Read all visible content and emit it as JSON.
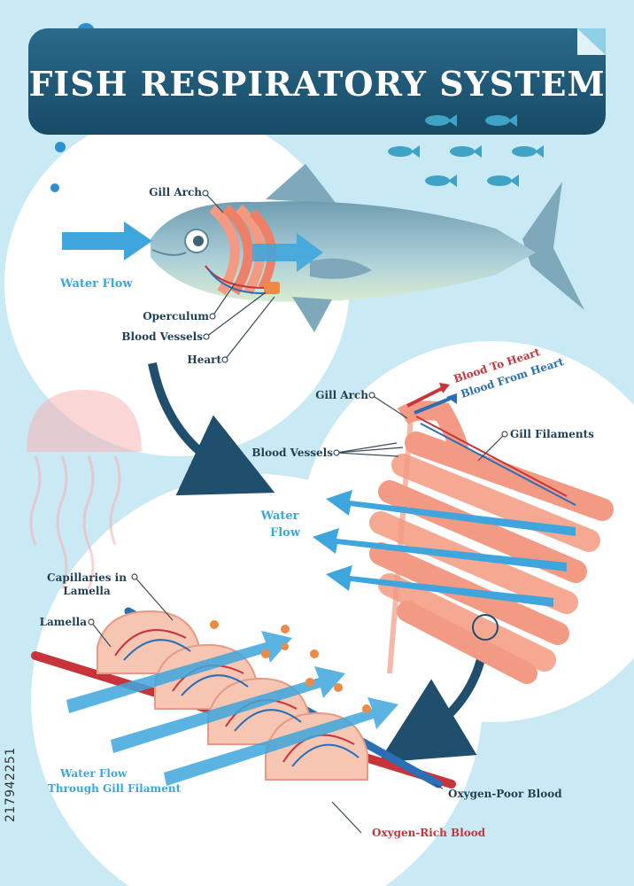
{
  "title": "FISH RESPIRATORY SYSTEM",
  "labels": {
    "gill_arch_1": "Gill Arch",
    "water_flow_1": "Water Flow",
    "operculum": "Operculum",
    "blood_vessels_1": "Blood Vessels",
    "heart": "Heart",
    "blood_to_heart": "Blood To Heart",
    "blood_from_heart": "Blood From Heart",
    "gill_arch_2": "Gill Arch",
    "gill_filaments": "Gill Filaments",
    "blood_vessels_2": "Blood Vessels",
    "water_flow_2_line1": "Water",
    "water_flow_2_line2": "Flow",
    "capillaries_line1": "Capillaries in",
    "capillaries_line2": "Lamella",
    "lamella": "Lamella",
    "water_flow_3_line1": "Water Flow",
    "water_flow_3_line2": "Through Gill Filament",
    "oxygen_poor": "Oxygen-Poor Blood",
    "oxygen_rich": "Oxygen-Rich Blood"
  },
  "watermark_id": "217942251",
  "colors": {
    "background": "#c9e9f4",
    "banner": "#1f5a78",
    "label_text": "#1f3f55",
    "water_arrow": "#3fa6dd",
    "blood_red": "#c7343a",
    "blood_blue": "#2a6fb5",
    "gill": "#f29a83",
    "fish_body": "#8fb7c6"
  }
}
